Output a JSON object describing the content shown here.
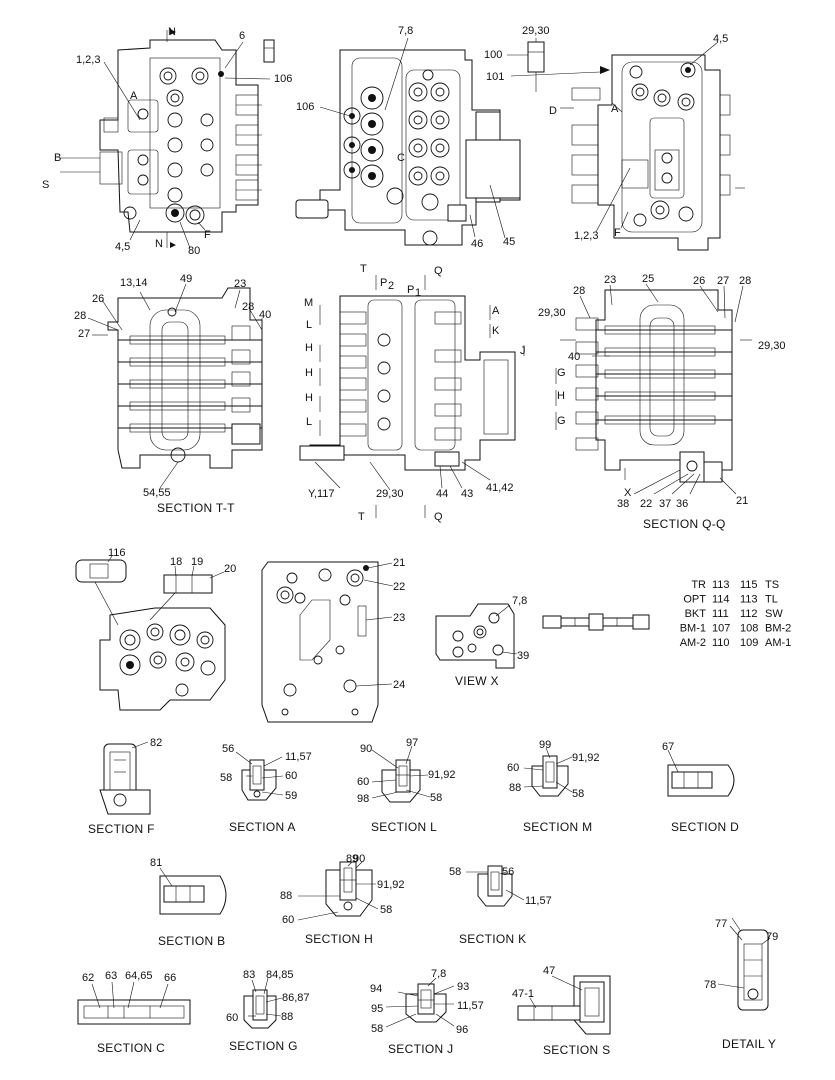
{
  "sections": {
    "t_t": "SECTION  T-T",
    "q_q": "SECTION  Q-Q",
    "view_x": "VIEW X",
    "f": "SECTION  F",
    "a": "SECTION  A",
    "l": "SECTION  L",
    "m": "SECTION  M",
    "d": "SECTION  D",
    "b": "SECTION  B",
    "h": "SECTION  H",
    "k": "SECTION  K",
    "c": "SECTION  C",
    "g": "SECTION  G",
    "j": "SECTION  J",
    "s": "SECTION  S",
    "detail_y": "DETAIL  Y"
  },
  "labels": {
    "v1": {
      "n_top": "N",
      "n_bot": "N",
      "p123": "1,2,3",
      "a": "A",
      "b": "B",
      "s": "S",
      "p6": "6",
      "p106": "106",
      "p45": "4,5",
      "f": "F",
      "p80": "80"
    },
    "v2": {
      "p78": "7,8",
      "p106": "106",
      "c": "C",
      "p46": "46",
      "p45": "45"
    },
    "v3": {
      "p2930": "29,30",
      "p100": "100",
      "p101": "101",
      "p45": "4,5",
      "a": "A",
      "d": "D",
      "p123": "1,2,3",
      "f": "F"
    },
    "tt": {
      "p1314": "13,14",
      "p49": "49",
      "p23": "23",
      "p26": "26",
      "p28a": "28",
      "p28b": "28",
      "p27": "27",
      "p40": "40",
      "p5455": "54,55"
    },
    "mid": {
      "t_top": "T",
      "p2": "P",
      "p2sub": "2",
      "p1": "P",
      "p1sub": "1",
      "q_top": "Q",
      "m": "M",
      "l1": "L",
      "h1": "H",
      "h2": "H",
      "h3": "H",
      "l2": "L",
      "a": "A",
      "k": "K",
      "j": "J",
      "y117": "Y,117",
      "p2930": "29,30",
      "p44": "44",
      "p43": "43",
      "p4142": "41,42",
      "t_bot": "T",
      "q_bot": "Q"
    },
    "qq": {
      "p23": "23",
      "p25": "25",
      "p26": "26",
      "p27": "27",
      "p28a": "28",
      "p28b": "28",
      "p2930a": "29,30",
      "p2930b": "29,30",
      "p40": "40",
      "g1": "G",
      "h": "H",
      "g2": "G",
      "x": "X",
      "p38": "38",
      "p22": "22",
      "p37": "37",
      "p36": "36",
      "p21": "21"
    },
    "row3": {
      "p116": "116",
      "p18": "18",
      "p19": "19",
      "p20": "20",
      "p21": "21",
      "p22": "22",
      "p23": "23",
      "p24": "24",
      "p78": "7,8",
      "p39": "39"
    },
    "f": {
      "p82": "82"
    },
    "a": {
      "p56": "56",
      "p1157": "11,57",
      "p58": "58",
      "p60": "60",
      "p59": "59"
    },
    "l": {
      "p90": "90",
      "p97": "97",
      "p60": "60",
      "p9192": "91,92",
      "p98": "98",
      "p58": "58"
    },
    "m": {
      "p99": "99",
      "p60": "60",
      "p9192": "91,92",
      "p88": "88",
      "p58": "58"
    },
    "d": {
      "p67": "67"
    },
    "b": {
      "p81": "81"
    },
    "h": {
      "p89": "89",
      "p90": "90",
      "p9192": "91,92",
      "p88": "88",
      "p58": "58",
      "p60": "60"
    },
    "k": {
      "p58": "58",
      "p56": "56",
      "p1157": "11,57"
    },
    "y": {
      "p77": "77",
      "p79": "79",
      "p78": "78"
    },
    "c": {
      "p62": "62",
      "p63": "63",
      "p6465": "64,65",
      "p66": "66"
    },
    "g": {
      "p83": "83",
      "p8485": "84,85",
      "p8687": "86,87",
      "p60": "60",
      "p88": "88"
    },
    "j": {
      "p78": "7,8",
      "p94": "94",
      "p93": "93",
      "p95": "95",
      "p1157": "11,57",
      "p58": "58",
      "p96": "96"
    },
    "s": {
      "p47": "47",
      "p471": "47-1"
    }
  },
  "legend": [
    {
      "l_name": "TR",
      "l_no": "113",
      "r_no": "115",
      "r_name": "TS"
    },
    {
      "l_name": "OPT",
      "l_no": "114",
      "r_no": "113",
      "r_name": "TL"
    },
    {
      "l_name": "BKT",
      "l_no": "111",
      "r_no": "112",
      "r_name": "SW"
    },
    {
      "l_name": "BM-1",
      "l_no": "107",
      "r_no": "108",
      "r_name": "BM-2"
    },
    {
      "l_name": "AM-2",
      "l_no": "110",
      "r_no": "109",
      "r_name": "AM-1"
    }
  ]
}
